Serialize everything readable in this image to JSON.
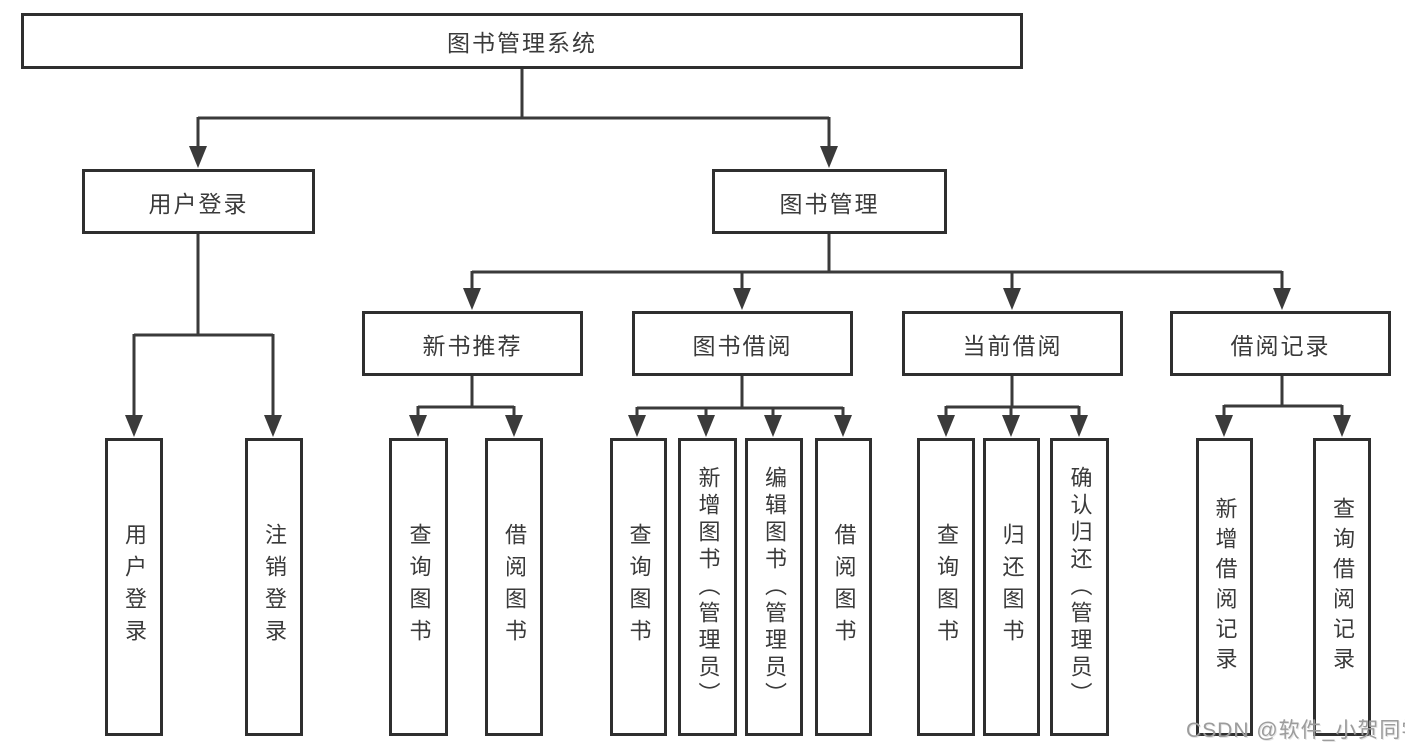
{
  "tree": {
    "label": "图书管理系统",
    "children": [
      {
        "label": "用户登录",
        "children": [
          {
            "label": "用户登录"
          },
          {
            "label": "注销登录"
          }
        ]
      },
      {
        "label": "图书管理",
        "children": [
          {
            "label": "新书推荐",
            "children": [
              {
                "label": "查询图书"
              },
              {
                "label": "借阅图书"
              }
            ]
          },
          {
            "label": "图书借阅",
            "children": [
              {
                "label": "查询图书"
              },
              {
                "label": "新增图书（管理员）"
              },
              {
                "label": "编辑图书（管理员）"
              },
              {
                "label": "借阅图书"
              }
            ]
          },
          {
            "label": "当前借阅",
            "children": [
              {
                "label": "查询图书"
              },
              {
                "label": "归还图书"
              },
              {
                "label": "确认归还（管理员）"
              }
            ]
          },
          {
            "label": "借阅记录",
            "children": [
              {
                "label": "新增借阅记录"
              },
              {
                "label": "查询借阅记录"
              }
            ]
          }
        ]
      }
    ]
  },
  "watermark": {
    "text": "CSDN @软件_小贺同学"
  },
  "colors": {
    "line": "#3a3a3a",
    "box-border": "#2f2f2f",
    "text": "#3a3a3a",
    "watermark": "#9c9c9c",
    "background": "#ffffff"
  }
}
